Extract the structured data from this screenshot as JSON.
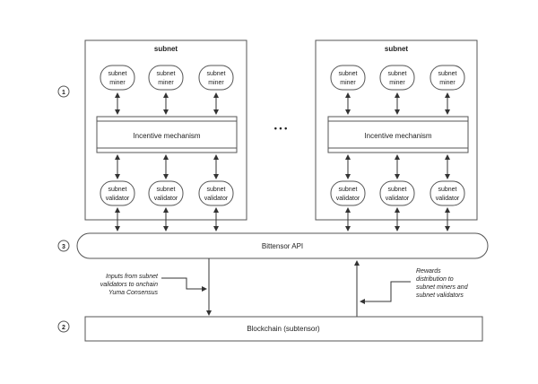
{
  "subnets": [
    {
      "title": "subnet",
      "miners": [
        {
          "line1": "subnet",
          "line2": "miner"
        },
        {
          "line1": "subnet",
          "line2": "miner"
        },
        {
          "line1": "subnet",
          "line2": "miner"
        }
      ],
      "incentive_label": "Incentive mechanism",
      "validators": [
        {
          "line1": "subnet",
          "line2": "validator"
        },
        {
          "line1": "subnet",
          "line2": "validator"
        },
        {
          "line1": "subnet",
          "line2": "validator"
        }
      ]
    },
    {
      "title": "subnet",
      "miners": [
        {
          "line1": "subnet",
          "line2": "miner"
        },
        {
          "line1": "subnet",
          "line2": "miner"
        },
        {
          "line1": "subnet",
          "line2": "miner"
        }
      ],
      "incentive_label": "Incentive mechanism",
      "validators": [
        {
          "line1": "subnet",
          "line2": "validator"
        },
        {
          "line1": "subnet",
          "line2": "validator"
        },
        {
          "line1": "subnet",
          "line2": "validator"
        }
      ]
    }
  ],
  "ellipsis": "• • •",
  "markers": {
    "one": "1",
    "two": "2",
    "three": "3"
  },
  "api_label": "Bittensor API",
  "blockchain_label": "Blockchain (subtensor)",
  "inputs_annotation": [
    "Inputs from subnet",
    "validators to onchain",
    "Yuma Consensus"
  ],
  "rewards_annotation": [
    "Rewards",
    "distribution to",
    "subnet miners and",
    "subnet validators"
  ],
  "colors": {
    "stroke": "#555555",
    "text": "#222222",
    "background": "#ffffff"
  }
}
